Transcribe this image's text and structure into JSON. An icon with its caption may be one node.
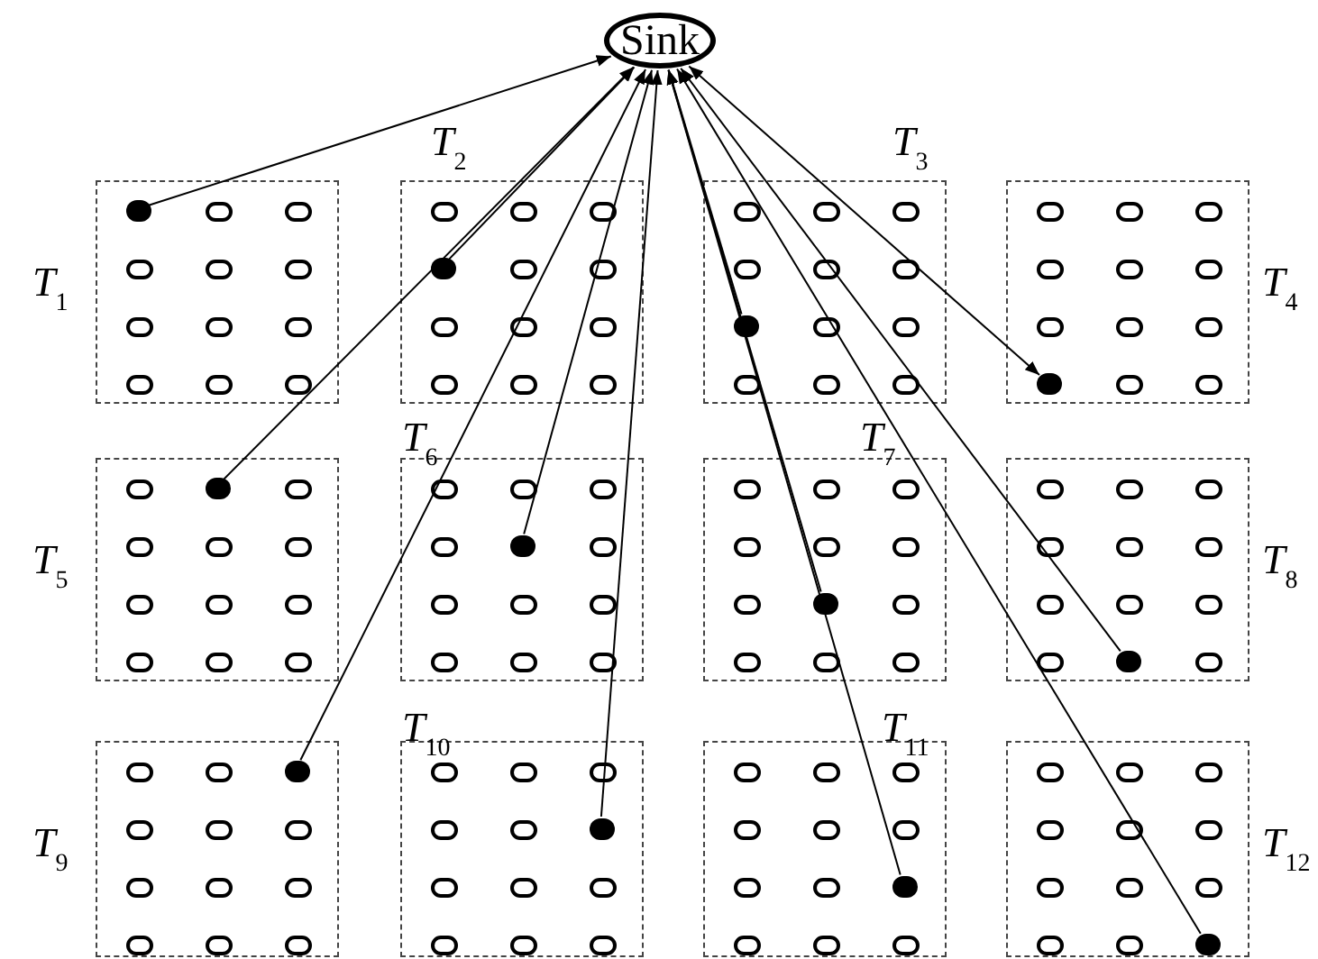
{
  "diagram": {
    "nodes": [
      {
        "text": [
          "Sink"
        ]
      },
      {
        "text": [
          "*T*$_{1}$"
        ]
      },
      {
        "text": [],
        "shape": "circle",
        "in": 1
      },
      {
        "text": [
          "*T*$_{2}$"
        ]
      },
      {
        "text": [],
        "shape": "circle",
        "in": 3
      },
      {
        "text": [
          "*T*$_{3}$"
        ]
      },
      {
        "text": [],
        "shape": "circle",
        "in": 5
      },
      {
        "text": [
          "*T*$_{4}$"
        ]
      },
      {
        "text": [],
        "shape": "circle",
        "in": 7
      },
      {
        "text": [
          "*T*$_{5}$"
        ]
      },
      {
        "text": [],
        "shape": "circle",
        "in": 9
      },
      {
        "text": [
          "*T*$_{6}$"
        ]
      },
      {
        "text": [],
        "shape": "circle",
        "in": 11
      },
      {
        "text": [
          "*T*$_{7}$"
        ]
      },
      {
        "text": [],
        "shape": "circle",
        "in": 13
      },
      {
        "text": [
          "*T*$_{8}$"
        ]
      },
      {
        "text": [],
        "shape": "circle",
        "in": 15
      },
      {
        "text": [
          "*T*$_{9}$"
        ]
      },
      {
        "text": [],
        "shape": "circle",
        "in": 17
      },
      {
        "text": [
          "*T*$_{10}$"
        ]
      },
      {
        "text": [],
        "shape": "circle",
        "in": 19
      },
      {
        "text": [
          "*T*$_{11}$"
        ]
      },
      {
        "text": [],
        "shape": "circle",
        "in": 21
      },
      {
        "text": [
          "*T*$_{12}$"
        ]
      },
      {
        "text": [],
        "shape": "circle",
        "in": 23
      }
    ],
    "edges": [
      {
        "from": 2,
        "to": 0,
        "arrow": "to"
      },
      {
        "from": 4,
        "to": 0,
        "arrow": "to"
      },
      {
        "from": 6,
        "to": 0,
        "arrow": "to"
      },
      {
        "from": 8,
        "to": 0,
        "arrow": "both"
      },
      {
        "from": 10,
        "to": 0,
        "arrow": "to"
      },
      {
        "from": 12,
        "to": 0,
        "arrow": "to"
      },
      {
        "from": 14,
        "to": 0,
        "arrow": "to"
      },
      {
        "from": 16,
        "to": 0,
        "arrow": "to"
      },
      {
        "from": 18,
        "to": 0,
        "arrow": "to"
      },
      {
        "from": 20,
        "to": 0,
        "arrow": "to"
      },
      {
        "from": 22,
        "to": 0,
        "arrow": "to"
      },
      {
        "from": 24,
        "to": 0,
        "arrow": "to"
      }
    ]
  }
}
